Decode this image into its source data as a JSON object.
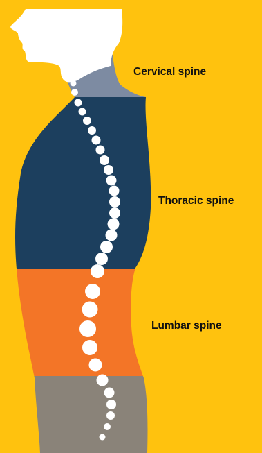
{
  "labels": {
    "cervical": "Cervical spine",
    "thoracic": "Thoracic spine",
    "lumbar": "Lumbar spine"
  },
  "colors": {
    "background": "#FFC20E",
    "head": "#FFFFFF",
    "neck": "#7D8BA2",
    "thoracic": "#1C3F5E",
    "lumbar": "#F37527",
    "pelvis": "#8A8379",
    "vertebra": "#FFFFFF",
    "text": "#111111"
  },
  "sections": [
    {
      "key": "head",
      "name": "head-silhouette"
    },
    {
      "key": "cervical",
      "name": "cervical-section"
    },
    {
      "key": "thoracic",
      "name": "thoracic-section"
    },
    {
      "key": "lumbar",
      "name": "lumbar-section"
    },
    {
      "key": "pelvis",
      "name": "sacral-section"
    }
  ]
}
